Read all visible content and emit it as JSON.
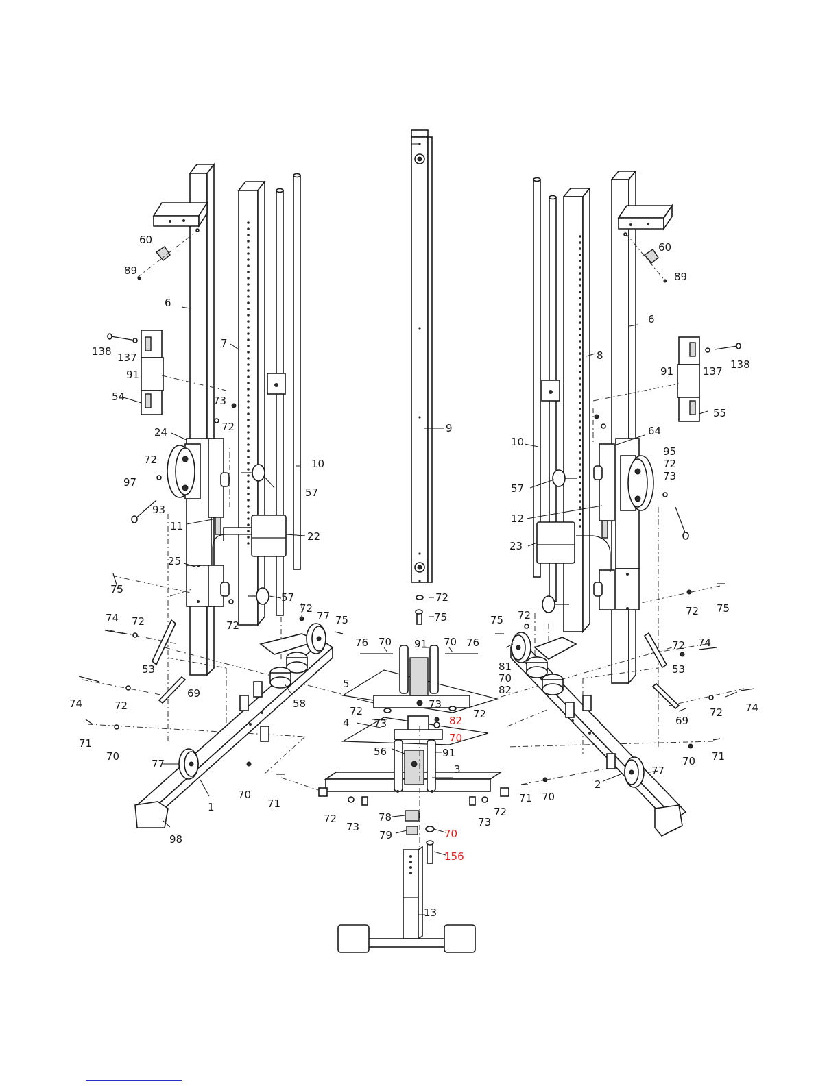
{
  "labels": {
    "l60a": "60",
    "l89a": "89",
    "l6a": "6",
    "l138a": "138",
    "l137a": "137",
    "l91a": "91",
    "l54": "54",
    "l7": "7",
    "l73a": "73",
    "l72a": "72",
    "l24": "24",
    "l72b": "72",
    "l97": "97",
    "l93": "93",
    "l57a": "57",
    "l10a": "10",
    "l11": "11",
    "l22": "22",
    "l25": "25",
    "l75a": "75",
    "l57b": "57",
    "l74a": "74",
    "l72c": "72",
    "l72d": "72",
    "l72e": "72",
    "l77a": "77",
    "l75b": "75",
    "l53a": "53",
    "l74b": "74",
    "l72f": "72",
    "l69a": "69",
    "l58": "58",
    "l71a": "71",
    "l70a": "70",
    "l77b": "77",
    "l70b": "70",
    "l71b": "71",
    "l1": "1",
    "l98": "98",
    "l9": "9",
    "l72g": "72",
    "l75c": "75",
    "l76a": "76",
    "l70c": "70",
    "l91b": "91",
    "l70d": "70",
    "l76b": "76",
    "l5": "5",
    "l72h": "72",
    "l73b": "73",
    "l73c": "73",
    "l72i": "72",
    "l4": "4",
    "l82a": "82",
    "l70e": "70",
    "l56": "56",
    "l91c": "91",
    "l3": "3",
    "l72j": "72",
    "l73d": "73",
    "l78": "78",
    "l79": "79",
    "l70f": "70",
    "l156": "156",
    "l73e": "73",
    "l72k": "72",
    "l13": "13",
    "l60b": "60",
    "l89b": "89",
    "l6b": "6",
    "l8": "8",
    "l91d": "91",
    "l137b": "137",
    "l138b": "138",
    "l55": "55",
    "l64": "64",
    "l95": "95",
    "l72l": "72",
    "l73f": "73",
    "l10b": "10",
    "l57c": "57",
    "l12": "12",
    "l23": "23",
    "l75d": "75",
    "l72m": "72",
    "l72n": "72",
    "l75e": "75",
    "l72o": "72",
    "l74c": "74",
    "l53b": "53",
    "l81": "81",
    "l70g": "70",
    "l82b": "82",
    "l74d": "74",
    "l72p": "72",
    "l69b": "69",
    "l70h": "70",
    "l71c": "71",
    "l77c": "77",
    "l2": "2",
    "l71d": "71",
    "l70i": "70"
  },
  "colors": {
    "line": "#1a1a1a",
    "callout_highlight": "#e02020",
    "footer_rule": "#2233cc"
  }
}
